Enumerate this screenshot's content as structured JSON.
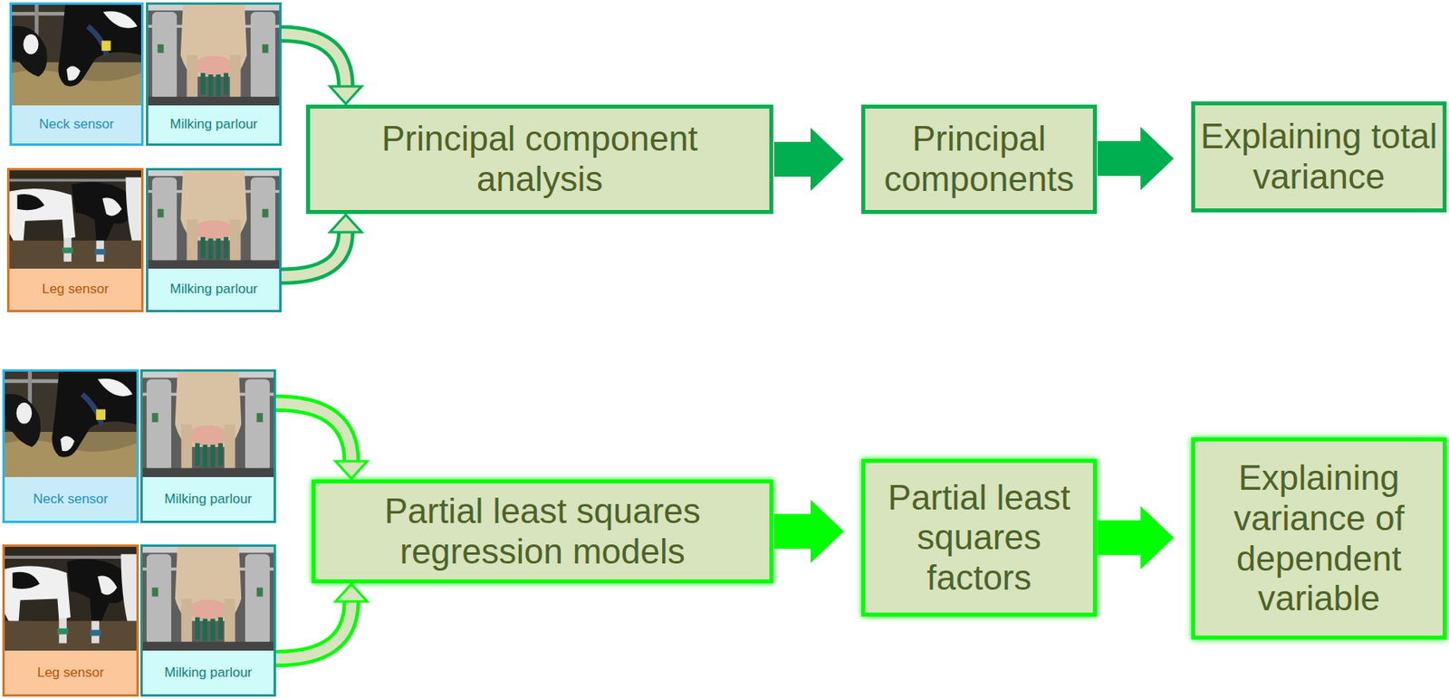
{
  "diagram": {
    "nodes": [
      {
        "text": [
          "Neck sensor"
        ]
      },
      {
        "text": [
          "Milking parlour"
        ]
      },
      {
        "text": [
          "Principal component analysis"
        ]
      },
      {
        "text": [
          "Principal components"
        ]
      },
      {
        "text": [
          "Explaining total variance"
        ]
      },
      {
        "text": [
          "Leg sensor"
        ]
      },
      {
        "text": [
          "Milking parlour"
        ]
      },
      {
        "text": [
          "Neck sensor"
        ]
      },
      {
        "text": [
          "Milking parlour"
        ]
      },
      {
        "text": [
          "Partial least squares regression models"
        ]
      },
      {
        "text": [
          "Partial least squares factors"
        ]
      },
      {
        "text": [
          "Explaining variance of dependent variable"
        ]
      },
      {
        "text": [
          "Leg sensor"
        ]
      },
      {
        "text": [
          "Milking parlour"
        ]
      }
    ],
    "edges": [
      {
        "from": 1,
        "to": 2,
        "arrow": "to"
      },
      {
        "from": 6,
        "to": 2,
        "arrow": "to"
      },
      {
        "from": 2,
        "to": 3,
        "arrow": "to"
      },
      {
        "from": 3,
        "to": 4,
        "arrow": "to"
      },
      {
        "from": 8,
        "to": 9,
        "arrow": "to"
      },
      {
        "from": 13,
        "to": 9,
        "arrow": "to"
      },
      {
        "from": 9,
        "to": 10,
        "arrow": "to"
      },
      {
        "from": 10,
        "to": 11,
        "arrow": "to"
      }
    ]
  }
}
